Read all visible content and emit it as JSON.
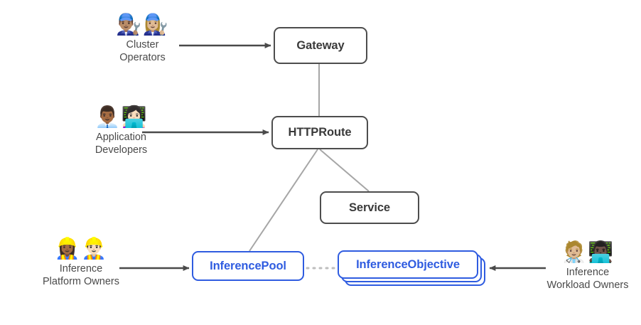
{
  "diagram": {
    "title": "Gateway API Inference Extension personas and resources",
    "colors": {
      "box_gray": "#4a4a4a",
      "box_blue": "#2f5ce0",
      "arrow": "#4a4a4a",
      "connector": "#9e9e9e",
      "dotted_connector": "#b8b8b8",
      "label_text": "#4a4a4a",
      "background": "#ffffff"
    },
    "nodes": [
      {
        "id": "gateway",
        "label": "Gateway",
        "style": "gray"
      },
      {
        "id": "httproute",
        "label": "HTTPRoute",
        "style": "gray"
      },
      {
        "id": "service",
        "label": "Service",
        "style": "gray"
      },
      {
        "id": "inferencepool",
        "label": "InferencePool",
        "style": "blue"
      },
      {
        "id": "inferenceobjective",
        "label": "InferenceObjective",
        "style": "blue",
        "stacked": true,
        "stack_count": 3
      }
    ],
    "personas": [
      {
        "id": "cluster-operators",
        "emoji": "👨🏽‍🔧👩🏼‍🔧",
        "label": "Cluster\nOperators",
        "targets": "gateway"
      },
      {
        "id": "application-developers",
        "emoji": "👨🏾‍💼👩🏻‍💻",
        "label": "Application\nDevelopers",
        "targets": "httproute"
      },
      {
        "id": "inference-platform-owners",
        "emoji": "👷🏾‍♀️👷🏻‍♂️",
        "label": "Inference\nPlatform Owners",
        "targets": "inferencepool"
      },
      {
        "id": "inference-workload-owners",
        "emoji": "🧑🏼‍⚕️👨🏿‍💻",
        "label": "Inference\nWorkload Owners",
        "targets": "inferenceobjective"
      }
    ],
    "edges": [
      {
        "from": "cluster-operators",
        "to": "gateway",
        "kind": "arrow"
      },
      {
        "from": "application-developers",
        "to": "httproute",
        "kind": "arrow"
      },
      {
        "from": "inference-platform-owners",
        "to": "inferencepool",
        "kind": "arrow"
      },
      {
        "from": "inference-workload-owners",
        "to": "inferenceobjective",
        "kind": "arrow"
      },
      {
        "from": "gateway",
        "to": "httproute",
        "kind": "line"
      },
      {
        "from": "httproute",
        "to": "inferencepool",
        "kind": "line"
      },
      {
        "from": "httproute",
        "to": "service",
        "kind": "line"
      },
      {
        "from": "inferencepool",
        "to": "inferenceobjective",
        "kind": "dotted"
      }
    ]
  }
}
